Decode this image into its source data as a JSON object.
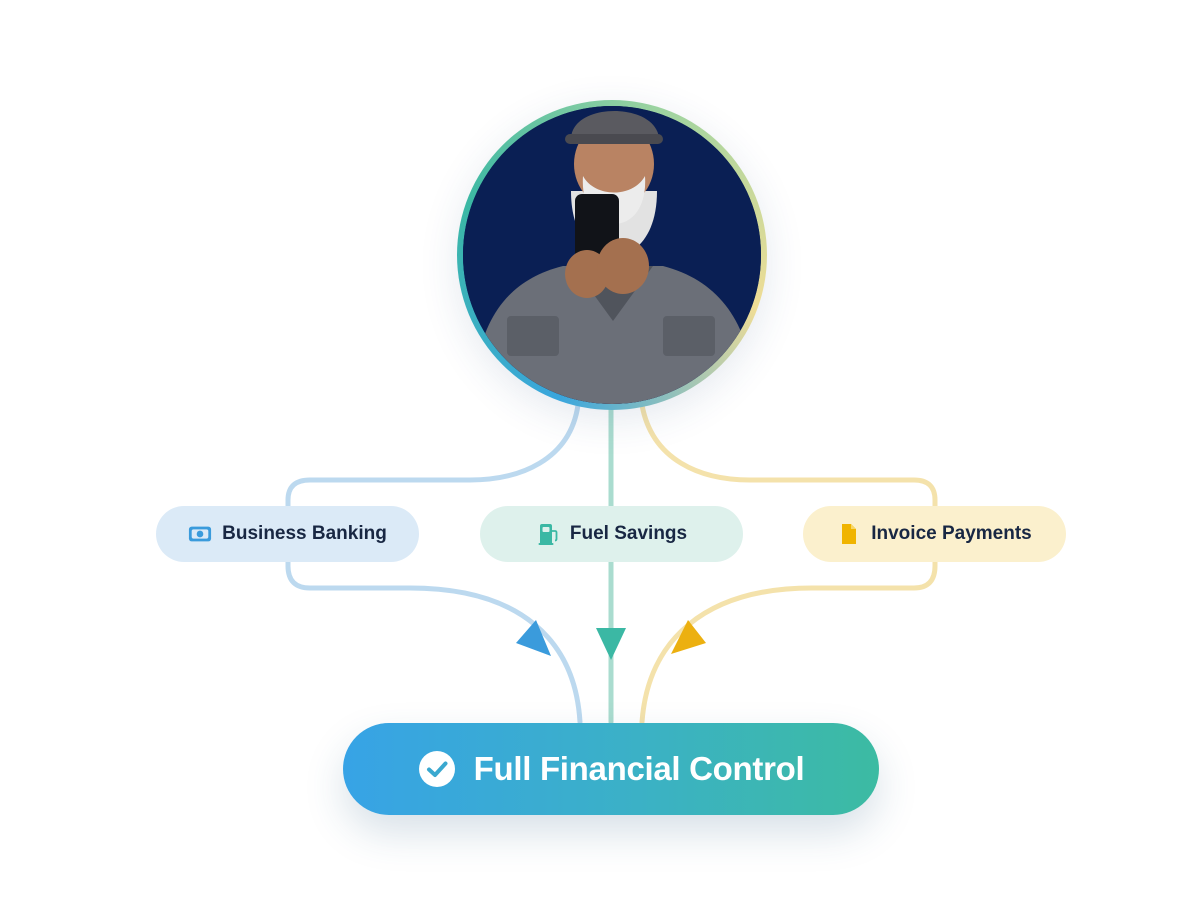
{
  "benefits": [
    {
      "label": "Business Banking",
      "icon": "banknote-icon",
      "color": "#3aa0dd"
    },
    {
      "label": "Fuel Savings",
      "icon": "fuel-pump-icon",
      "color": "#3bb8a4"
    },
    {
      "label": "Invoice Payments",
      "icon": "document-icon",
      "color": "#f0b400"
    }
  ],
  "result": {
    "label": "Full Financial Control",
    "icon": "check-circle-icon"
  },
  "avatar": {
    "icon": "person-with-phone-icon"
  },
  "colors": {
    "banking_line": "#b8d8ef",
    "fuel_line": "#a8dccf",
    "invoice_line": "#f3e0a8",
    "result_start": "#37a3e6",
    "result_end": "#3cbba2"
  }
}
